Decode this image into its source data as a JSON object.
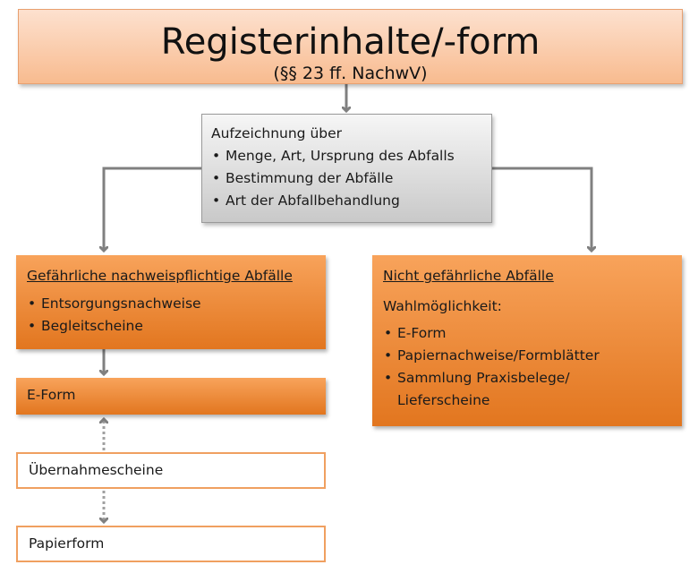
{
  "title": {
    "main": "Registerinhalte/-form",
    "sub": "(§§ 23 ff. NachwV)"
  },
  "center": {
    "heading": "Aufzeichnung über",
    "items": [
      "Menge, Art, Ursprung des Abfalls",
      "Bestimmung der Abfälle",
      "Art der Abfallbehandlung"
    ]
  },
  "left": {
    "heading": "Gefährliche nachweispflichtige Abfälle",
    "items": [
      "Entsorgungsnachweise",
      "Begleitscheine"
    ]
  },
  "right": {
    "heading": "Nicht gefährliche Abfälle",
    "sub": "Wahlmöglichkeit:",
    "items": [
      "E-Form",
      "Papiernachweise/Formblätter",
      "Sammlung Praxisbelege/ Lieferscheine"
    ]
  },
  "eform": "E-Form",
  "uebernahme": "Übernahmescheine",
  "papierform": "Papierform",
  "colors": {
    "orange": "#e98a36",
    "connector": "#808080",
    "title_fill": "#f9c8a3",
    "grey_fill": "#dcdcdc"
  }
}
